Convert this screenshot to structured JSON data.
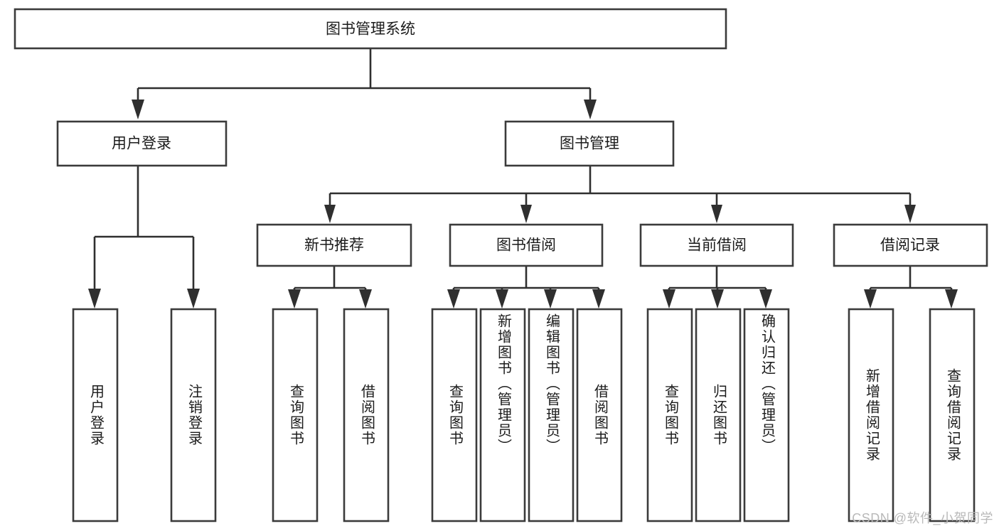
{
  "diagram": {
    "type": "hierarchy-tree",
    "title": "图书管理系统",
    "orientation": "top-down",
    "colors": {
      "box_fill": "#ffffff",
      "box_stroke": "#3b3b3b",
      "connector": "#2f2f2f",
      "text": "#1b1b1b",
      "background": "#ffffff",
      "watermark": "#b9b9b9"
    },
    "root": {
      "label": "图书管理系统"
    },
    "level1": [
      {
        "id": "user-login",
        "label": "用户登录"
      },
      {
        "id": "book-manage",
        "label": "图书管理"
      }
    ],
    "level2": [
      {
        "id": "new-book-recommend",
        "label": "新书推荐",
        "parent": "book-manage"
      },
      {
        "id": "book-borrow",
        "label": "图书借阅",
        "parent": "book-manage"
      },
      {
        "id": "current-borrow",
        "label": "当前借阅",
        "parent": "book-manage"
      },
      {
        "id": "borrow-record",
        "label": "借阅记录",
        "parent": "book-manage"
      }
    ],
    "leaves": [
      {
        "id": "leaf-user-login",
        "label": "用户登录",
        "parent": "user-login"
      },
      {
        "id": "leaf-user-logout",
        "label": "注销登录",
        "parent": "user-login"
      },
      {
        "id": "leaf-query-book-1",
        "label": "查询图书",
        "parent": "new-book-recommend"
      },
      {
        "id": "leaf-borrow-book-1",
        "label": "借阅图书",
        "parent": "new-book-recommend"
      },
      {
        "id": "leaf-query-book-2",
        "label": "查询图书",
        "parent": "book-borrow"
      },
      {
        "id": "leaf-add-book",
        "label": "新增图书（管理员）",
        "parent": "book-borrow"
      },
      {
        "id": "leaf-edit-book",
        "label": "编辑图书（管理员）",
        "parent": "book-borrow"
      },
      {
        "id": "leaf-borrow-book-2",
        "label": "借阅图书",
        "parent": "book-borrow"
      },
      {
        "id": "leaf-query-book-3",
        "label": "查询图书",
        "parent": "current-borrow"
      },
      {
        "id": "leaf-return-book",
        "label": "归还图书",
        "parent": "current-borrow"
      },
      {
        "id": "leaf-confirm-return",
        "label": "确认归还（管理员）",
        "parent": "current-borrow"
      },
      {
        "id": "leaf-add-record",
        "label": "新增借阅记录",
        "parent": "borrow-record"
      },
      {
        "id": "leaf-query-record",
        "label": "查询借阅记录",
        "parent": "borrow-record"
      }
    ]
  },
  "watermark": {
    "text": "CSDN @软件_小贺同学"
  }
}
